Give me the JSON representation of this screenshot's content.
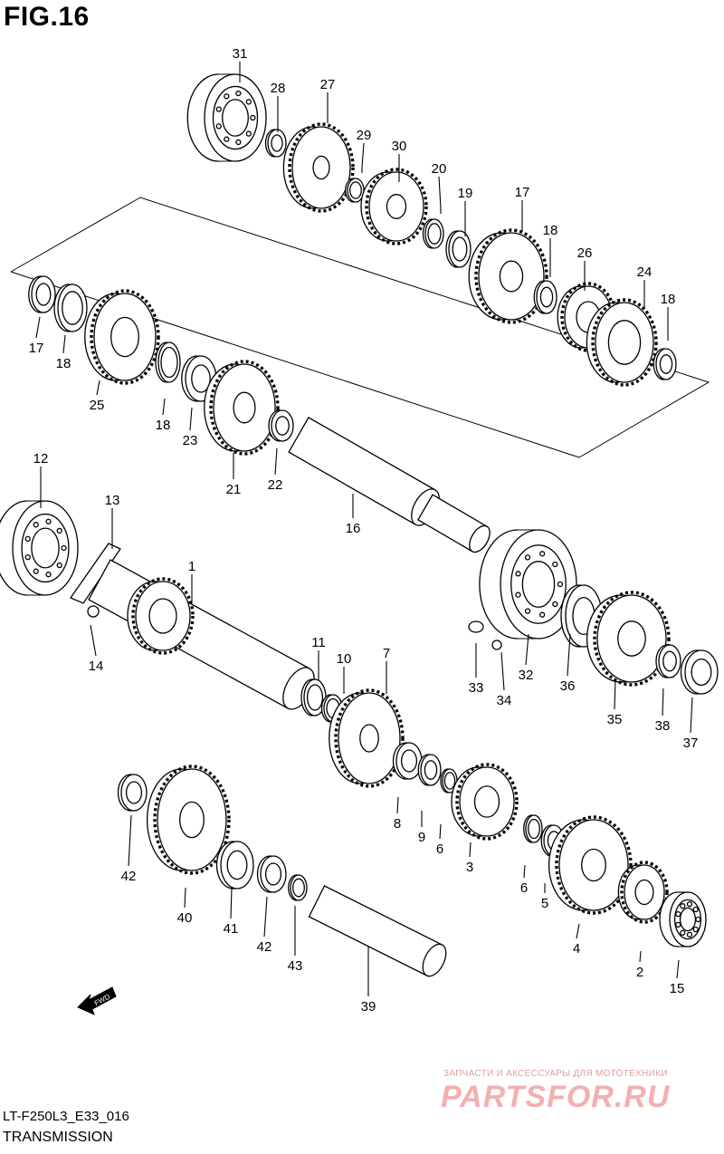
{
  "figure": {
    "title": "FIG.16"
  },
  "model_code": "LT-F250L3_E33_016",
  "caption": "TRANSMISSION",
  "watermark": {
    "tagline": "ЗАПЧАСТИ И АКСЕССУАРЫ ДЛЯ МОТОТЕХНИКИ",
    "brand": "PARTSFOR.RU"
  },
  "direction_arrow": {
    "label": "FWD"
  },
  "part_numbers": [
    "1",
    "2",
    "3",
    "4",
    "5",
    "6",
    "6",
    "7",
    "8",
    "9",
    "10",
    "11",
    "12",
    "13",
    "14",
    "15",
    "16",
    "17",
    "17",
    "18",
    "18",
    "18",
    "18",
    "19",
    "20",
    "21",
    "22",
    "23",
    "24",
    "25",
    "26",
    "27",
    "28",
    "29",
    "30",
    "31",
    "32",
    "33",
    "34",
    "35",
    "36",
    "37",
    "38",
    "39",
    "40",
    "41",
    "42",
    "42",
    "43"
  ]
}
